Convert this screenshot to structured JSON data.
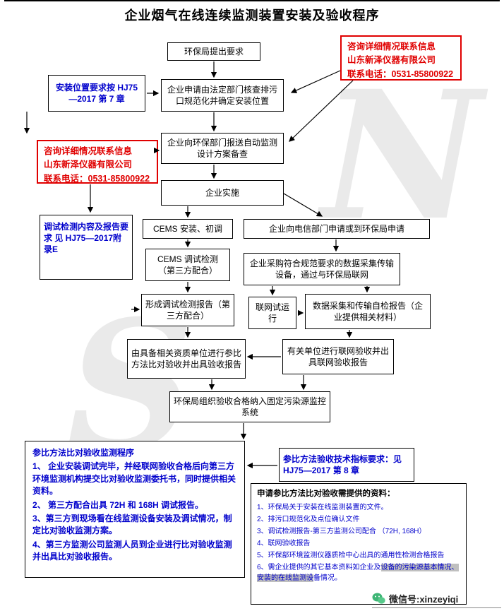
{
  "title": "企业烟气在线连续监测装置安装及验收程序",
  "contact": {
    "line1": "咨询详细情况联系信息",
    "line2": "山东新泽仪器有限公司",
    "line3": "联系电话：0531-85800922"
  },
  "nodes": {
    "epb_request": "环保局提出要求",
    "install_req": "安装位置要求按 HJ75—2017 第 7 章",
    "apply_check": "企业申请由法定部门核查排污口规范化并确定安装位置",
    "report_plan": "企业向环保部门报送自动监测设计方案备查",
    "implement": "企业实施",
    "cems_install": "CEMS 安装、初调",
    "telecom_apply": "企业向电信部门申请或到环保局申请",
    "debug_note": "调试检测内容及报告要求 见 HJ75—2017附录E",
    "cems_debug": "CEMS 调试检测（第三方配合）",
    "purchase": "企业采购符合规范要求的数据采集传输设备，通过与环保局联网",
    "debug_report": "形成调试检测报告（第三方配合）",
    "network_trial": "联网试运行",
    "data_self_report": "数据采集和传输自检报告（企业提供相关材料）",
    "ref_acceptance": "由具备相关资质单位进行参比方法比对验收并出具验收报告",
    "network_acceptance": "有关单位进行联网验收并出具联网验收报告",
    "epb_organize": "环保局组织验收合格纳入固定污染源监控系统",
    "tech_req": "参比方法验收技术指标要求：见 HJ75—2017 第 8 章"
  },
  "ref_procedure": {
    "title": "参比方法比对验收监测程序",
    "items": [
      "1、 企业安装调试完毕，并经联网验收合格后向第三方环境监测机构提交比对验收监测委托书，同时提供相关资料。",
      "2、 第三方配合出具 72H 和 168H 调试报告。",
      "3、第三方到现场看在线监测设备安装及调试情况，制定比对验收监测方案。",
      "4、第三方监测公司监测人员到企业进行比对验收监测并出具比对验收报告。"
    ]
  },
  "materials": {
    "title": "申请参比方法比对验收需提供的资料：",
    "items": [
      "1、环保局关于安装在线监测装置的文件。",
      "2、排污口规范化及点位确认文件",
      "3、调试检测报告-第三方监测公司配合 （72H, 168H）",
      "4、联网验收报告",
      "5、环保部环境监测仪器质检中心出具的通用性检测合格报告"
    ],
    "item6_parts": [
      "6、需企业提供的其它基本资料如企业及",
      "设备的污染源基本情况、安装的在线监测设",
      "备情况。"
    ]
  },
  "wechat": {
    "label": "微信号:xinzeyiqi"
  },
  "watermark": {
    "letter1": "S",
    "letter2": "N"
  },
  "colors": {
    "red": "#e00000",
    "blue": "#0000cc",
    "border": "#000000",
    "highlight": "#bfbfbf"
  }
}
